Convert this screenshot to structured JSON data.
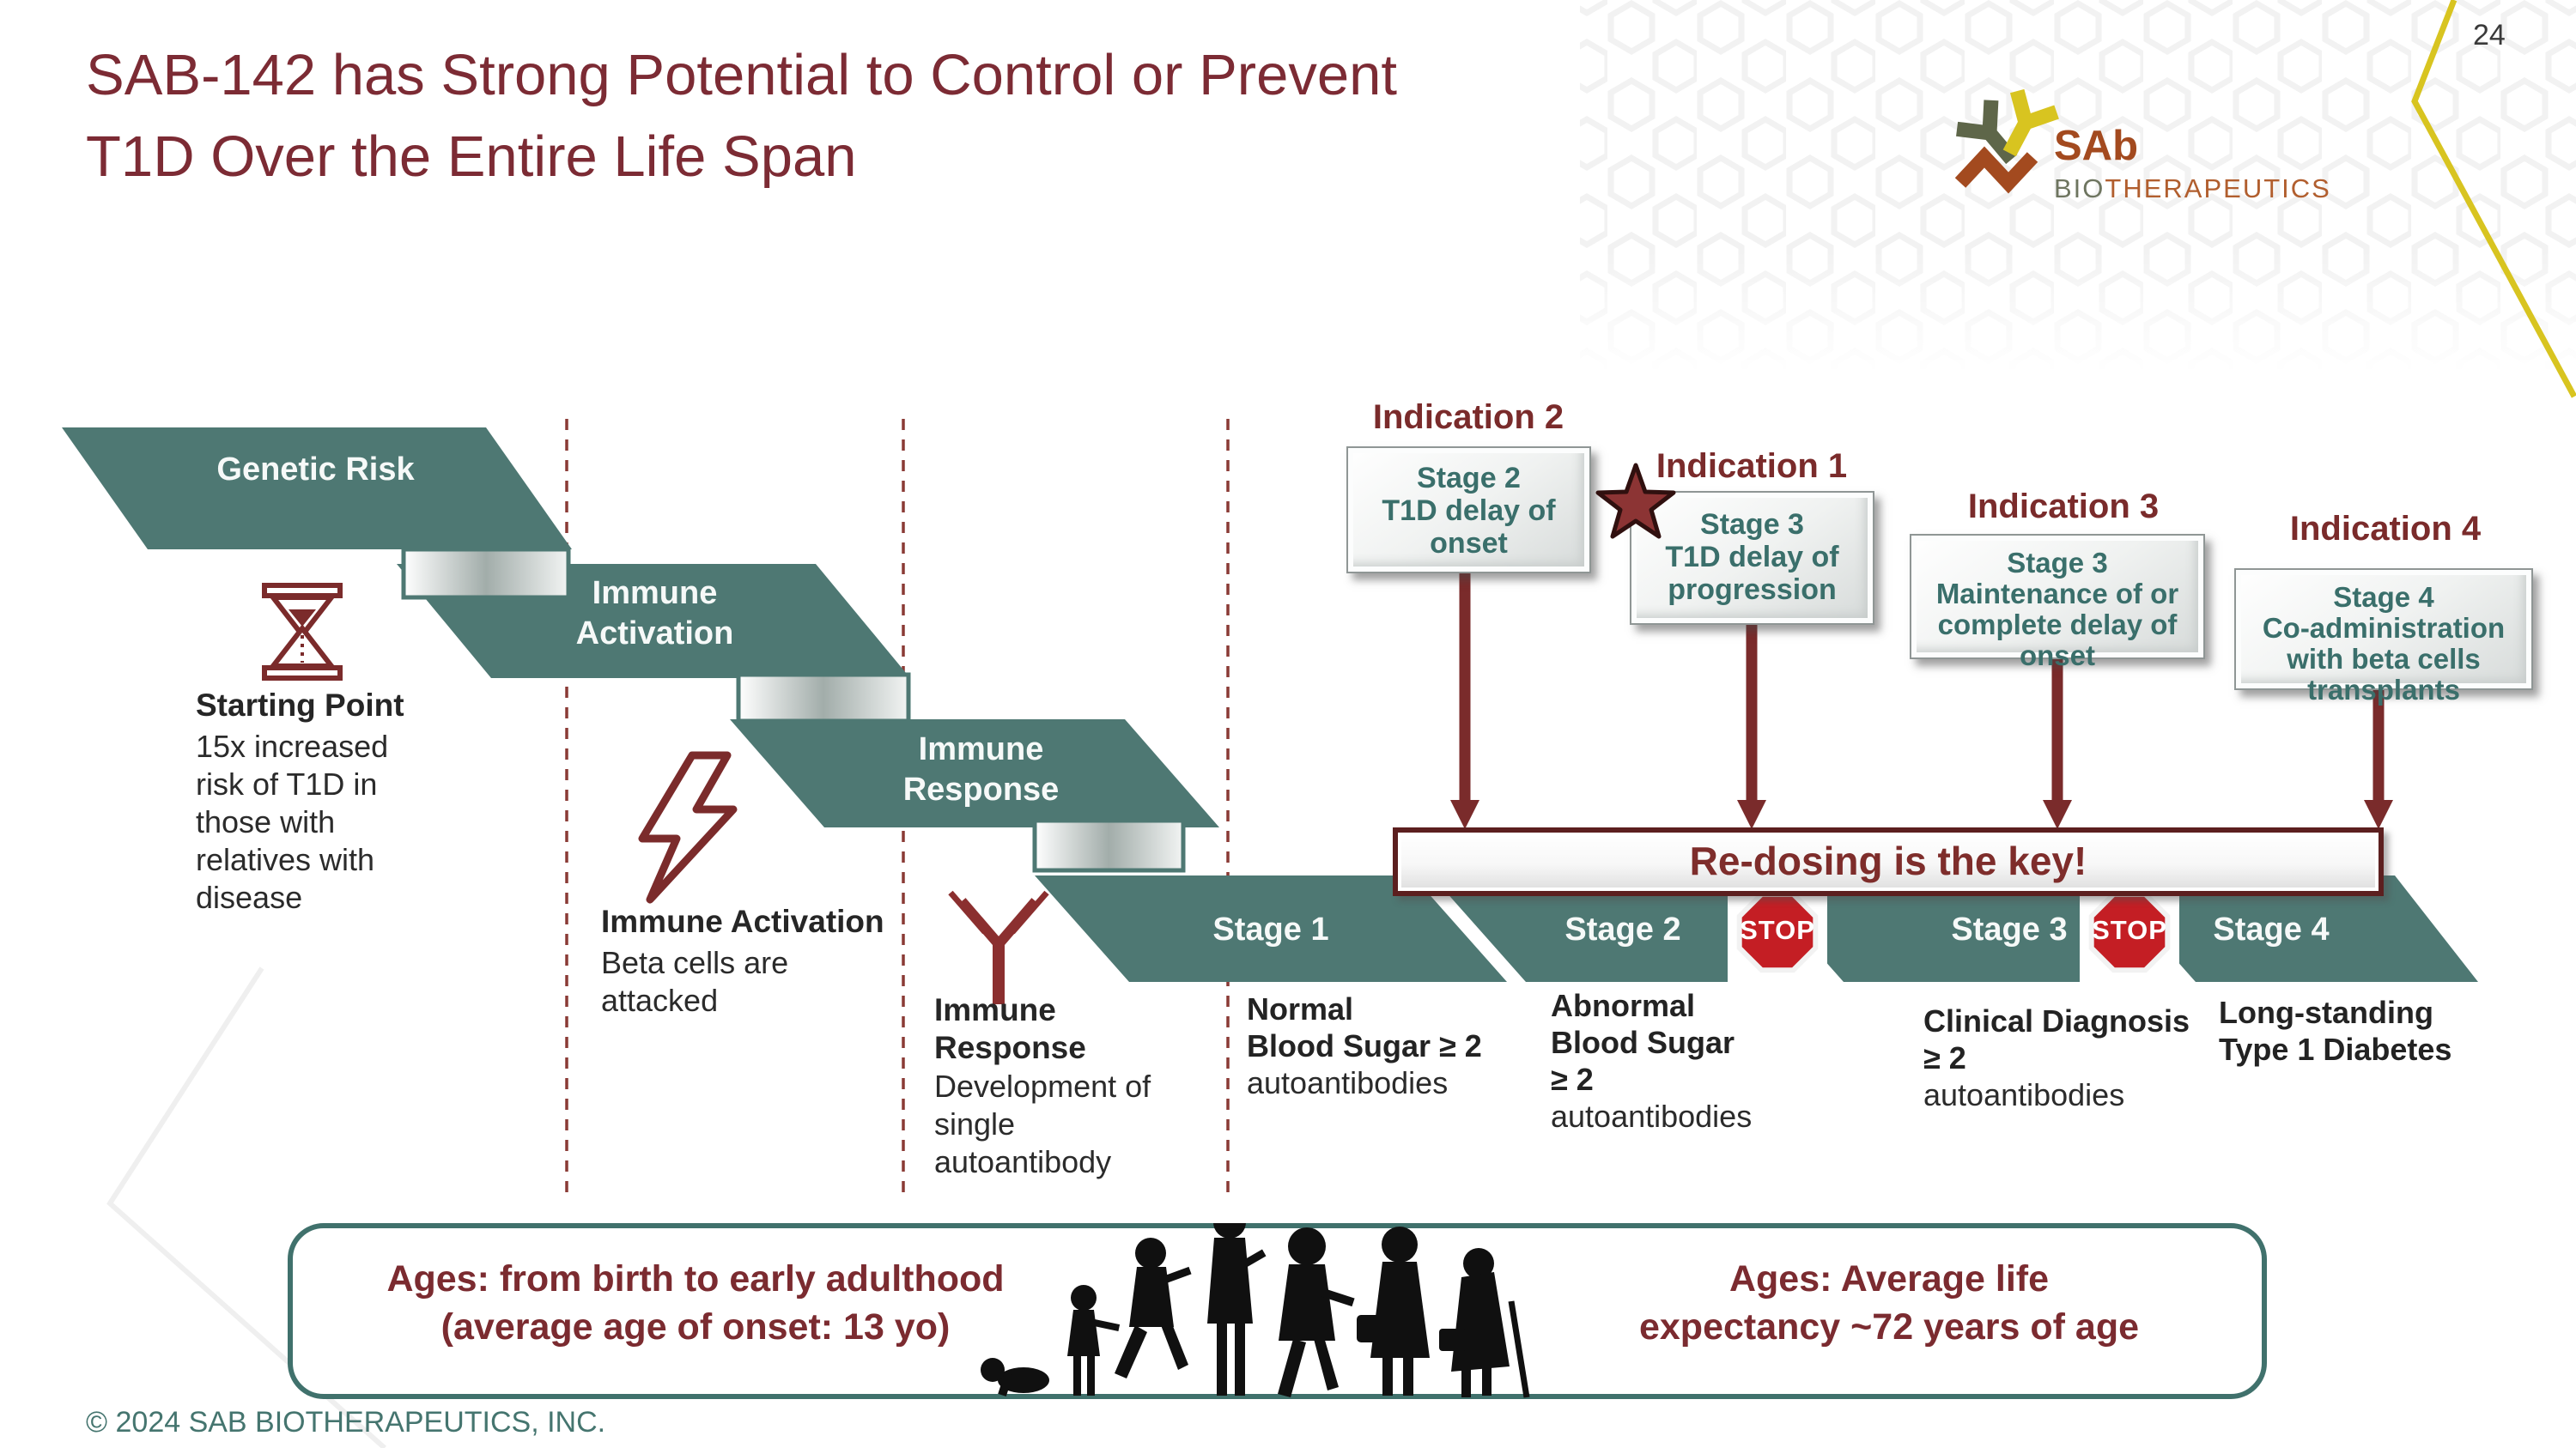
{
  "page_number": "24",
  "title": {
    "lines": "SAB-142 has Strong Potential to Control or Prevent\nT1D Over the Entire Life Span"
  },
  "logo": {
    "name": "SAb",
    "bio": "BIO",
    "therapeutics": "THERAPEUTICS",
    "icon": "antibody-logo-icon"
  },
  "steps": [
    {
      "label": "Genetic Risk"
    },
    {
      "label": "Immune\nActivation"
    },
    {
      "label": "Immune\nResponse"
    }
  ],
  "phase_notes": [
    {
      "icon": "hourglass-icon",
      "heading": "Starting Point",
      "body": "15x increased\nrisk of T1D in\nthose with\nrelatives with\ndisease"
    },
    {
      "icon": "lightning-icon",
      "heading": "Immune Activation",
      "body": "Beta cells are\nattacked"
    },
    {
      "icon": "antibody-icon",
      "heading": "Immune\nResponse",
      "body": "Development of\nsingle\nautoantibody"
    }
  ],
  "stages": [
    {
      "label": "Stage 1",
      "caption_bold": "Normal\nBlood Sugar ≥ 2",
      "caption": "autoantibodies"
    },
    {
      "label": "Stage 2",
      "caption_bold": "Abnormal\nBlood Sugar\n≥ 2",
      "caption": "autoantibodies"
    },
    {
      "label": "Stage 3",
      "caption_bold": "Clinical Diagnosis\n≥ 2",
      "caption": "autoantibodies"
    },
    {
      "label": "Stage 4",
      "caption_bold": "Long-standing\nType 1 Diabetes",
      "caption": ""
    }
  ],
  "indications": [
    {
      "title": "Indication 2",
      "box": "Stage 2\nT1D delay of\nonset",
      "starred": false
    },
    {
      "title": "Indication 1",
      "box": "Stage 3\nT1D delay of\nprogression",
      "starred": true,
      "star_icon": "star-icon"
    },
    {
      "title": "Indication 3",
      "box": "Stage 3\nMaintenance of or\ncomplete delay of\nonset",
      "starred": false
    },
    {
      "title": "Indication 4",
      "box": "Stage 4\nCo-administration\nwith beta cells\ntransplants",
      "starred": false
    }
  ],
  "banner": {
    "text": "Re-dosing is the key!"
  },
  "stop_sign": {
    "label": "STOP",
    "icon": "stop-sign-icon"
  },
  "age_ranges": {
    "left": "Ages: from birth to early adulthood\n(average age of onset: 13 yo)",
    "right": "Ages: Average life\nexpectancy ~72 years of age",
    "icon": "aging-people-silhouettes-icon"
  },
  "footer": {
    "copyright": "© 2024 SAB BIOTHERAPEUTICS, INC."
  },
  "colors": {
    "teal": "#4E7873",
    "maroon": "#7A2B2B",
    "title_maroon": "#7C2B34",
    "stop_red": "#C41E24",
    "gold": "#D8C420",
    "logo_rust": "#A34A1F",
    "logo_olive": "#5E6649"
  }
}
